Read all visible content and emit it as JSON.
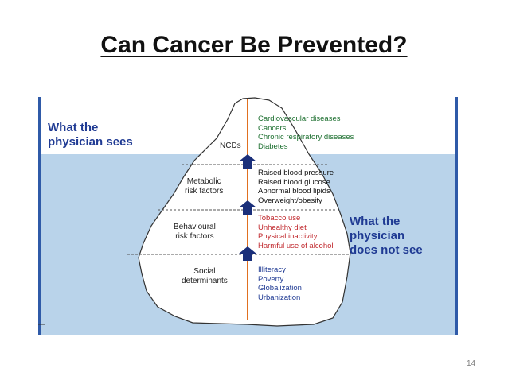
{
  "slide": {
    "title": "Can Cancer Be Prevented?",
    "page_number": "14"
  },
  "iceberg": {
    "colors": {
      "sky": "#ffffff",
      "water": "#b9d3ea",
      "ice": "#ffffff",
      "outline": "#333333",
      "divider": "#555555",
      "axis_line": "#e07020",
      "arrow": "#1a2f7a",
      "side_bar": "#2f5aa8"
    },
    "physician_sees": [
      "What the",
      "physician  sees"
    ],
    "physician_does_not_see": [
      "What the",
      "physician",
      "does not see"
    ],
    "levels": [
      {
        "label": [
          "NCDs"
        ],
        "color": "#1b6e2e",
        "items": [
          "Cardiovascular diseases",
          "Cancers",
          "Chronic respiratory diseases",
          "Diabetes"
        ]
      },
      {
        "label": [
          "Metabolic",
          "risk factors"
        ],
        "color": "#111111",
        "items": [
          "Raised blood pressure",
          "Raised blood glucose",
          "Abnormal blood lipids",
          "Overweight/obesity"
        ]
      },
      {
        "label": [
          "Behavioural",
          "risk factors"
        ],
        "color": "#c0282d",
        "items": [
          "Tobacco use",
          "Unhealthy diet",
          "Physical inactivity",
          "Harmful use of alcohol"
        ]
      },
      {
        "label": [
          "Social",
          "determinants"
        ],
        "color": "#1f3a93",
        "items": [
          "Illiteracy",
          "Poverty",
          "Globalization",
          "Urbanization"
        ]
      }
    ]
  }
}
